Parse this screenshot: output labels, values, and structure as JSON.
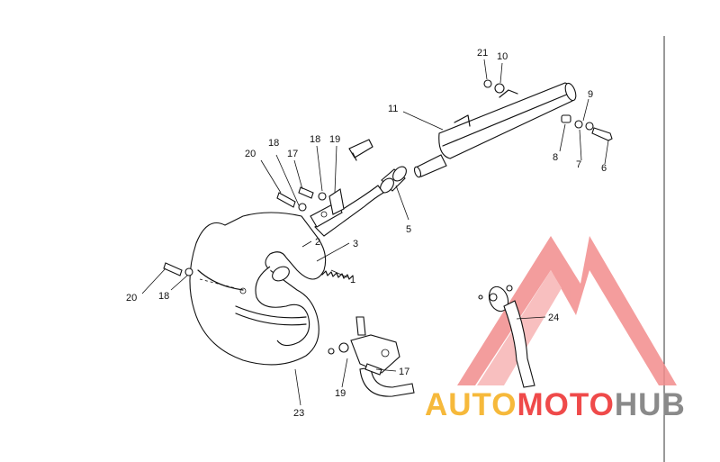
{
  "diagram": {
    "callouts": [
      {
        "id": "c21",
        "text": "21"
      },
      {
        "id": "c10",
        "text": "10"
      },
      {
        "id": "c9",
        "text": "9"
      },
      {
        "id": "c11",
        "text": "11"
      },
      {
        "id": "c8",
        "text": "8"
      },
      {
        "id": "c7",
        "text": "7"
      },
      {
        "id": "c6",
        "text": "6"
      },
      {
        "id": "c18a",
        "text": "18"
      },
      {
        "id": "c19a",
        "text": "19"
      },
      {
        "id": "c18b",
        "text": "18"
      },
      {
        "id": "c20a",
        "text": "20"
      },
      {
        "id": "c17a",
        "text": "17"
      },
      {
        "id": "c5",
        "text": "5"
      },
      {
        "id": "c2",
        "text": "2"
      },
      {
        "id": "c3",
        "text": "3"
      },
      {
        "id": "c1",
        "text": "1"
      },
      {
        "id": "c20b",
        "text": "20"
      },
      {
        "id": "c18c",
        "text": "18"
      },
      {
        "id": "c24",
        "text": "24"
      },
      {
        "id": "c17b",
        "text": "17"
      },
      {
        "id": "c19b",
        "text": "19"
      },
      {
        "id": "c23",
        "text": "23"
      }
    ]
  },
  "watermark": {
    "part1": "AUTO",
    "part2": "MOTO",
    "part3": "HUB",
    "color_auto": "#f6b93b",
    "color_moto": "#ef4a4a",
    "color_hub": "#8a8a8a"
  }
}
